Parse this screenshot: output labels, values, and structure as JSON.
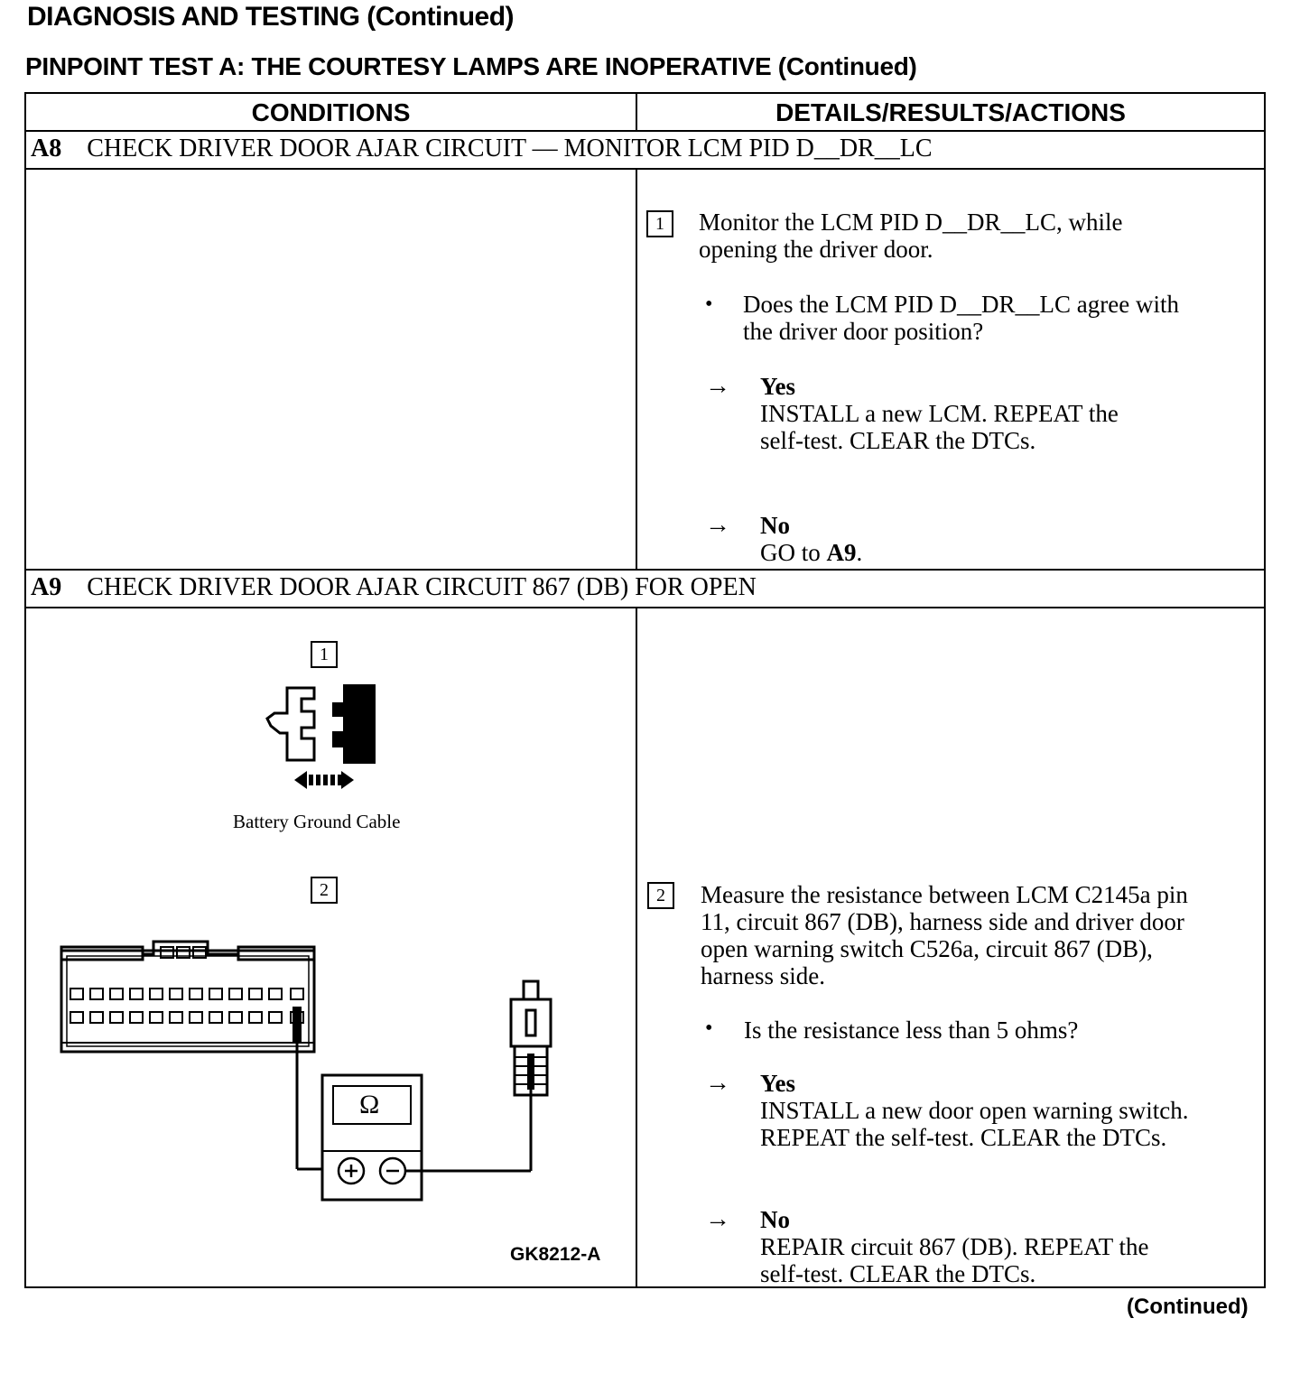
{
  "header": {
    "page_title": "DIAGNOSIS AND TESTING (Continued)",
    "test_title": "PINPOINT TEST A:  THE COURTESY LAMPS ARE INOPERATIVE (Continued)"
  },
  "table": {
    "col_conditions": "CONDITIONS",
    "col_details": "DETAILS/RESULTS/ACTIONS",
    "steps": [
      {
        "id": "A8",
        "title": "CHECK DRIVER DOOR AJAR CIRCUIT — MONITOR LCM PID D__DR__LC",
        "substep_num": "1",
        "substep_text_1": "Monitor the LCM PID D__DR__LC, while",
        "substep_text_2": "opening the driver door.",
        "question_1": "Does the LCM PID D__DR__LC agree with",
        "question_2": "the driver door position?",
        "yes_label": "Yes",
        "yes_text_1": "INSTALL a new LCM. REPEAT the",
        "yes_text_2": "self-test. CLEAR the DTCs.",
        "no_label": "No",
        "no_text_prefix": "GO to ",
        "no_text_bold": "A9",
        "no_text_suffix": "."
      },
      {
        "id": "A9",
        "title": "CHECK DRIVER DOOR AJAR CIRCUIT 867 (DB) FOR OPEN",
        "cond_step_1": "1",
        "battery_label": "Battery Ground Cable",
        "cond_step_2": "2",
        "meter_symbol": "Ω",
        "figure_id": "GK8212-A",
        "substep_num": "2",
        "substep_text_1": "Measure the resistance between LCM C2145a pin",
        "substep_text_2": "11, circuit 867 (DB), harness side and driver door",
        "substep_text_3": "open warning switch C526a, circuit 867 (DB),",
        "substep_text_4": "harness side.",
        "question_1": "Is the resistance less than 5 ohms?",
        "yes_label": "Yes",
        "yes_text_1": "INSTALL a new door open warning switch.",
        "yes_text_2": "REPEAT the self-test. CLEAR the DTCs.",
        "no_label": "No",
        "no_text_1": "REPAIR circuit 867 (DB). REPEAT the",
        "no_text_2": "self-test. CLEAR the DTCs."
      }
    ]
  },
  "footer": {
    "continued": "(Continued)"
  },
  "glyphs": {
    "bullet": "•",
    "arrow": "→"
  }
}
